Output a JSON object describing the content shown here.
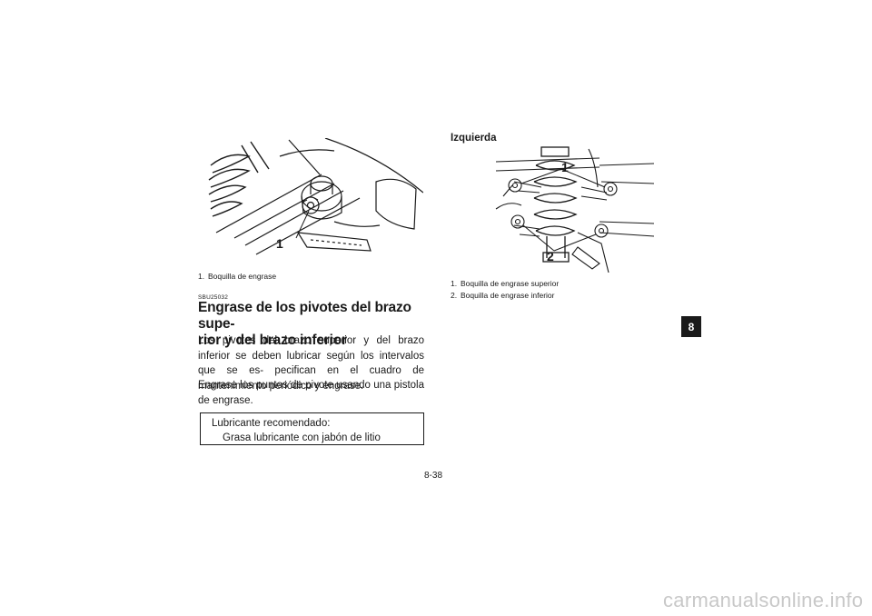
{
  "left": {
    "figure": {
      "callout": "1"
    },
    "caption": [
      {
        "num": "1.",
        "text": "Boquilla de engrase"
      }
    ],
    "section_code": "SBU25032",
    "heading_line1": "Engrase de los pivotes del brazo supe-",
    "heading_line2": "rior y del brazo inferior",
    "paragraph1": "Los pivotes del brazo superior y del brazo inferior se deben lubricar según los intervalos que se es- pecifican en el cuadro de mantenimiento periódico y engrase.",
    "paragraph2": "Engrase los puntos de pivote usando una pistola de engrase.",
    "lubricant_box": {
      "label": "Lubricante recomendado:",
      "value": "Grasa lubricante con jabón de litio"
    }
  },
  "right": {
    "subheading": "Izquierda",
    "figure": {
      "callout_1": "1",
      "callout_2": "2"
    },
    "captions": [
      {
        "num": "1.",
        "text": "Boquilla de engrase superior"
      },
      {
        "num": "2.",
        "text": "Boquilla de engrase inferior"
      }
    ]
  },
  "chapter_tab": "8",
  "page_number": "8-38",
  "watermark": "carmanualsonline.info"
}
